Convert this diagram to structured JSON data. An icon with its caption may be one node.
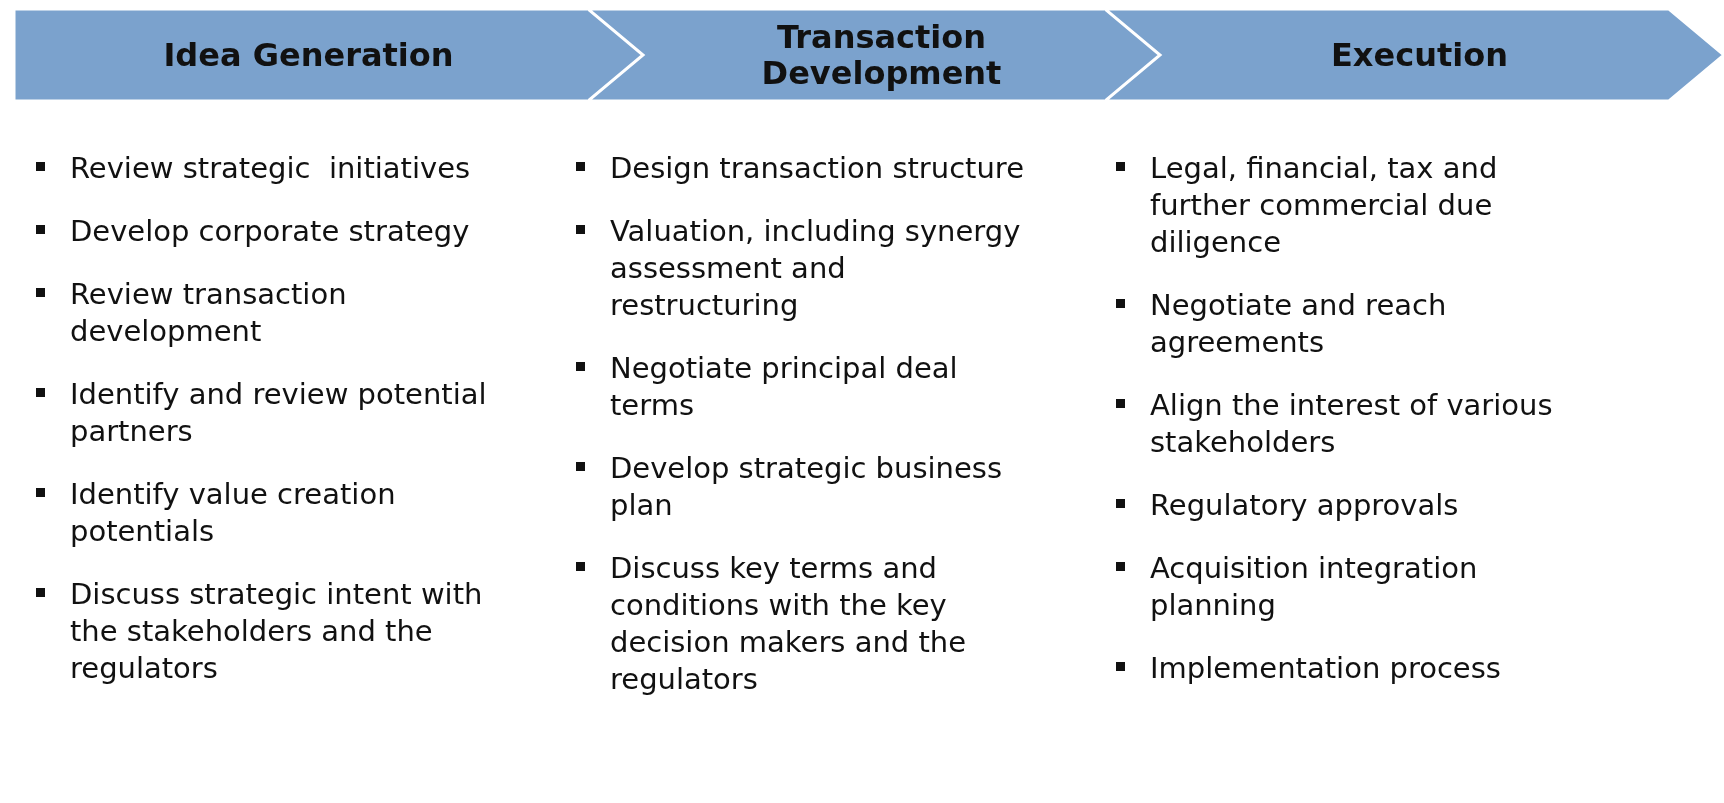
{
  "diagram": {
    "nodes": [
      {
        "text": [
          "Idea Generation"
        ]
      },
      {
        "text": [
          "Transaction Development"
        ]
      },
      {
        "text": [
          "Execution"
        ]
      }
    ],
    "labels": [
      "Review strategic  initiatives",
      "Develop corporate strategy",
      "Review transaction development",
      "Identify and review potential partners",
      "Identify value creation potentials",
      "Discuss strategic intent with the stakeholders and the regulators",
      "Design transaction structure",
      "Valuation, including synergy assessment and restructuring",
      "Negotiate principal deal terms",
      "Develop strategic business plan",
      "Discuss key terms and conditions with the key decision makers and the regulators",
      "Legal, financial, tax and further commercial due diligence",
      "Negotiate and reach agreements",
      "Align the interest of various stakeholders",
      "Regulatory approvals",
      "Acquisition integration planning",
      "Implementation process"
    ]
  }
}
